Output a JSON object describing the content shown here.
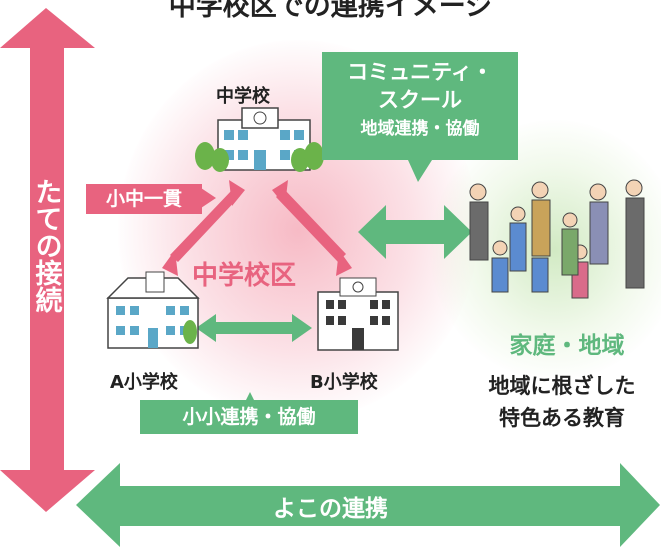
{
  "title": "中学校区での連携イメージ",
  "nodes": {
    "middle_school": "中学校",
    "school_a": "A小学校",
    "school_b": "B小学校",
    "district": "中学校区",
    "family_region": "家庭・地域",
    "education_line1": "地域に根ざした",
    "education_line2": "特色ある教育"
  },
  "badges": {
    "shochu": "小中一貫",
    "shosho": "小小連携・協働",
    "community_line1": "コミュニティ・",
    "community_line2": "スクール",
    "community_sub": "地域連携・協働"
  },
  "axes": {
    "vertical": "たての接続",
    "horizontal": "よこの連携"
  },
  "colors": {
    "pink": "#e8637f",
    "green": "#5fb87e"
  }
}
